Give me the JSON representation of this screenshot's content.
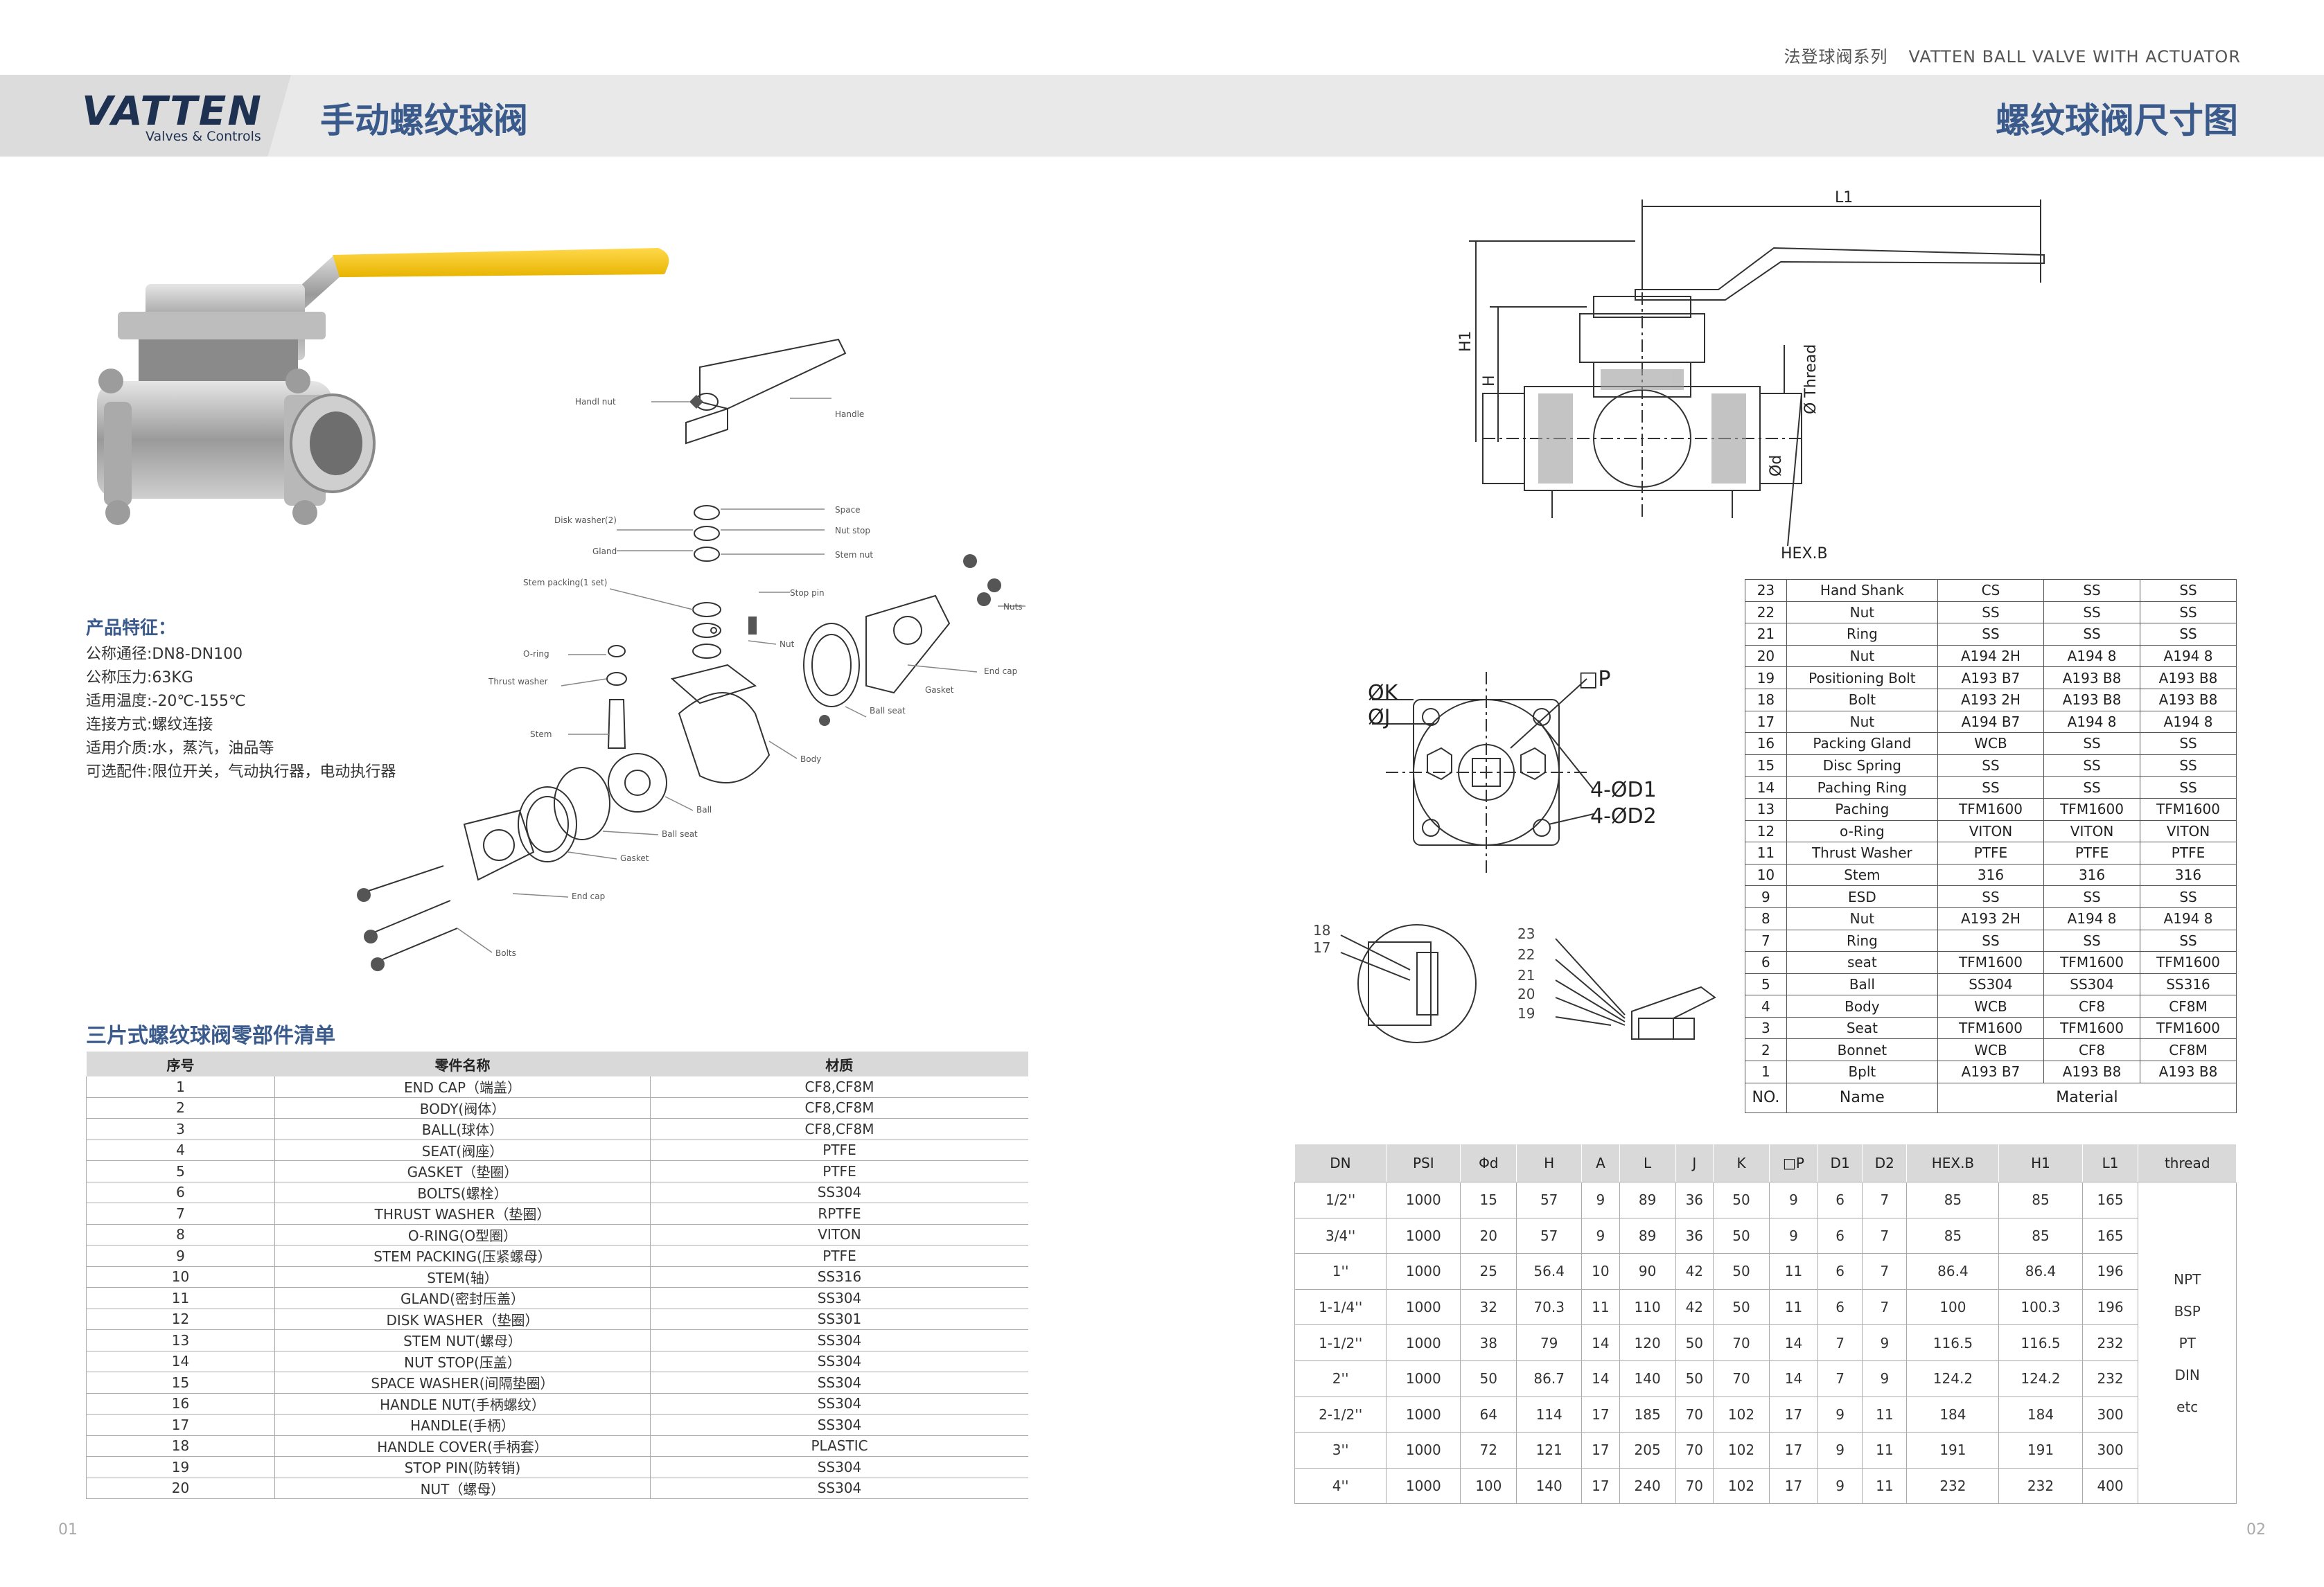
{
  "header": {
    "series_cn": "法登球阀系列",
    "series_en": "VATTEN BALL VALVE WITH ACTUATOR",
    "logo": "VATTEN",
    "logo_sub": "Valves & Controls",
    "left_title": "手动螺纹球阀",
    "right_title": "螺纹球阀尺寸图"
  },
  "exploded_labels": [
    "Handl nut",
    "Handle",
    "Disk washer(2)",
    "Space",
    "Gland",
    "Nut stop",
    "Stem nut",
    "Stem packing(1 set)",
    "Stop pin",
    "Nuts",
    "O-ring",
    "Nut",
    "Thrust washer",
    "End cap",
    "Gasket",
    "Stem",
    "Ball seat",
    "Body",
    "Ball",
    "Ball seat",
    "Gasket",
    "End cap",
    "Bolts"
  ],
  "features": {
    "title": "产品特征：",
    "items": [
      "公称通径:DN8-DN100",
      "公称压力:63KG",
      "适用温度:-20℃-155℃",
      "连接方式:螺纹连接",
      "适用介质:水，蒸汽，油品等",
      "可选配件:限位开关，气动执行器，电动执行器"
    ]
  },
  "parts_list": {
    "title": "三片式螺纹球阀零部件清单",
    "headers": [
      "序号",
      "零件名称",
      "材质"
    ],
    "rows": [
      [
        "1",
        "END CAP（端盖）",
        "CF8,CF8M"
      ],
      [
        "2",
        "BODY(阀体）",
        "CF8,CF8M"
      ],
      [
        "3",
        "BALL(球体）",
        "CF8,CF8M"
      ],
      [
        "4",
        "SEAT(阀座）",
        "PTFE"
      ],
      [
        "5",
        "GASKET（垫圈）",
        "PTFE"
      ],
      [
        "6",
        "BOLTS(螺栓）",
        "SS304"
      ],
      [
        "7",
        "THRUST WASHER（垫圈）",
        "RPTFE"
      ],
      [
        "8",
        "O-RING(O型圈）",
        "VITON"
      ],
      [
        "9",
        "STEM PACKING(压紧螺母）",
        "PTFE"
      ],
      [
        "10",
        "STEM(轴）",
        "SS316"
      ],
      [
        "11",
        "GLAND(密封压盖）",
        "SS304"
      ],
      [
        "12",
        "DISK WASHER（垫圈）",
        "SS301"
      ],
      [
        "13",
        "STEM NUT(螺母）",
        "SS304"
      ],
      [
        "14",
        "NUT STOP(压盖）",
        "SS304"
      ],
      [
        "15",
        "SPACE WASHER(间隔垫圈）",
        "SS304"
      ],
      [
        "16",
        "HANDLE NUT(手柄螺纹）",
        "SS304"
      ],
      [
        "17",
        "HANDLE(手柄）",
        "SS304"
      ],
      [
        "18",
        "HANDLE COVER(手柄套）",
        "PLASTIC"
      ],
      [
        "19",
        "STOP PIN(防转销)",
        "SS304"
      ],
      [
        "20",
        "NUT（螺母）",
        "SS304"
      ]
    ]
  },
  "drawing_labels": {
    "l1": "L1",
    "h1": "H1",
    "h": "H",
    "thread": "Ø Thread",
    "d": "Ød",
    "hex": "HEX.B",
    "k": "ØK",
    "j": "ØJ",
    "p": "□P",
    "d1": "4-ØD1",
    "d2": "4-ØD2",
    "callouts_left": [
      "18",
      "17"
    ],
    "callouts_right": [
      "23",
      "22",
      "21",
      "20",
      "19"
    ]
  },
  "material_table": {
    "rows": [
      [
        "23",
        "Hand Shank",
        "CS",
        "SS",
        "SS"
      ],
      [
        "22",
        "Nut",
        "SS",
        "SS",
        "SS"
      ],
      [
        "21",
        "Ring",
        "SS",
        "SS",
        "SS"
      ],
      [
        "20",
        "Nut",
        "A194 2H",
        "A194 8",
        "A194 8"
      ],
      [
        "19",
        "Positioning Bolt",
        "A193 B7",
        "A193 B8",
        "A193 B8"
      ],
      [
        "18",
        "Bolt",
        "A193 2H",
        "A193 B8",
        "A193 B8"
      ],
      [
        "17",
        "Nut",
        "A194 B7",
        "A194 8",
        "A194 8"
      ],
      [
        "16",
        "Packing Gland",
        "WCB",
        "SS",
        "SS"
      ],
      [
        "15",
        "Disc Spring",
        "SS",
        "SS",
        "SS"
      ],
      [
        "14",
        "Paching Ring",
        "SS",
        "SS",
        "SS"
      ],
      [
        "13",
        "Paching",
        "TFM1600",
        "TFM1600",
        "TFM1600"
      ],
      [
        "12",
        "o-Ring",
        "VITON",
        "VITON",
        "VITON"
      ],
      [
        "11",
        "Thrust Washer",
        "PTFE",
        "PTFE",
        "PTFE"
      ],
      [
        "10",
        "Stem",
        "316",
        "316",
        "316"
      ],
      [
        "9",
        "ESD",
        "SS",
        "SS",
        "SS"
      ],
      [
        "8",
        "Nut",
        "A193 2H",
        "A194 8",
        "A194 8"
      ],
      [
        "7",
        "Ring",
        "SS",
        "SS",
        "SS"
      ],
      [
        "6",
        "seat",
        "TFM1600",
        "TFM1600",
        "TFM1600"
      ],
      [
        "5",
        "Ball",
        "SS304",
        "SS304",
        "SS316"
      ],
      [
        "4",
        "Body",
        "WCB",
        "CF8",
        "CF8M"
      ],
      [
        "3",
        "Seat",
        "TFM1600",
        "TFM1600",
        "TFM1600"
      ],
      [
        "2",
        "Bonnet",
        "WCB",
        "CF8",
        "CF8M"
      ],
      [
        "1",
        "Bplt",
        "A193 B7",
        "A193 B8",
        "A193 B8"
      ]
    ],
    "footer": [
      "NO.",
      "Name",
      "Material"
    ]
  },
  "dimension_table": {
    "headers": [
      "DN",
      "PSI",
      "Φd",
      "H",
      "A",
      "L",
      "J",
      "K",
      "□P",
      "D1",
      "D2",
      "HEX.B",
      "H1",
      "L1",
      "thread"
    ],
    "rows": [
      [
        "1/2''",
        "1000",
        "15",
        "57",
        "9",
        "89",
        "36",
        "50",
        "9",
        "6",
        "7",
        "85",
        "85",
        "165"
      ],
      [
        "3/4''",
        "1000",
        "20",
        "57",
        "9",
        "89",
        "36",
        "50",
        "9",
        "6",
        "7",
        "85",
        "85",
        "165"
      ],
      [
        "1''",
        "1000",
        "25",
        "56.4",
        "10",
        "90",
        "42",
        "50",
        "11",
        "6",
        "7",
        "86.4",
        "86.4",
        "196"
      ],
      [
        "1-1/4''",
        "1000",
        "32",
        "70.3",
        "11",
        "110",
        "42",
        "50",
        "11",
        "6",
        "7",
        "100",
        "100.3",
        "196"
      ],
      [
        "1-1/2''",
        "1000",
        "38",
        "79",
        "14",
        "120",
        "50",
        "70",
        "14",
        "7",
        "9",
        "116.5",
        "116.5",
        "232"
      ],
      [
        "2''",
        "1000",
        "50",
        "86.7",
        "14",
        "140",
        "50",
        "70",
        "14",
        "7",
        "9",
        "124.2",
        "124.2",
        "232"
      ],
      [
        "2-1/2''",
        "1000",
        "64",
        "114",
        "17",
        "185",
        "70",
        "102",
        "17",
        "9",
        "11",
        "184",
        "184",
        "300"
      ],
      [
        "3''",
        "1000",
        "72",
        "121",
        "17",
        "205",
        "70",
        "102",
        "17",
        "9",
        "11",
        "191",
        "191",
        "300"
      ],
      [
        "4''",
        "1000",
        "100",
        "140",
        "17",
        "240",
        "70",
        "102",
        "17",
        "9",
        "11",
        "232",
        "232",
        "400"
      ]
    ],
    "thread_types": [
      "NPT",
      "BSP",
      "PT",
      "DIN",
      "etc"
    ]
  },
  "footer": {
    "page_left": "01",
    "page_right": "02"
  },
  "colors": {
    "accent": "#3a5a8c",
    "handle_yellow": "#f2c300",
    "band": "#e9e9e9"
  }
}
